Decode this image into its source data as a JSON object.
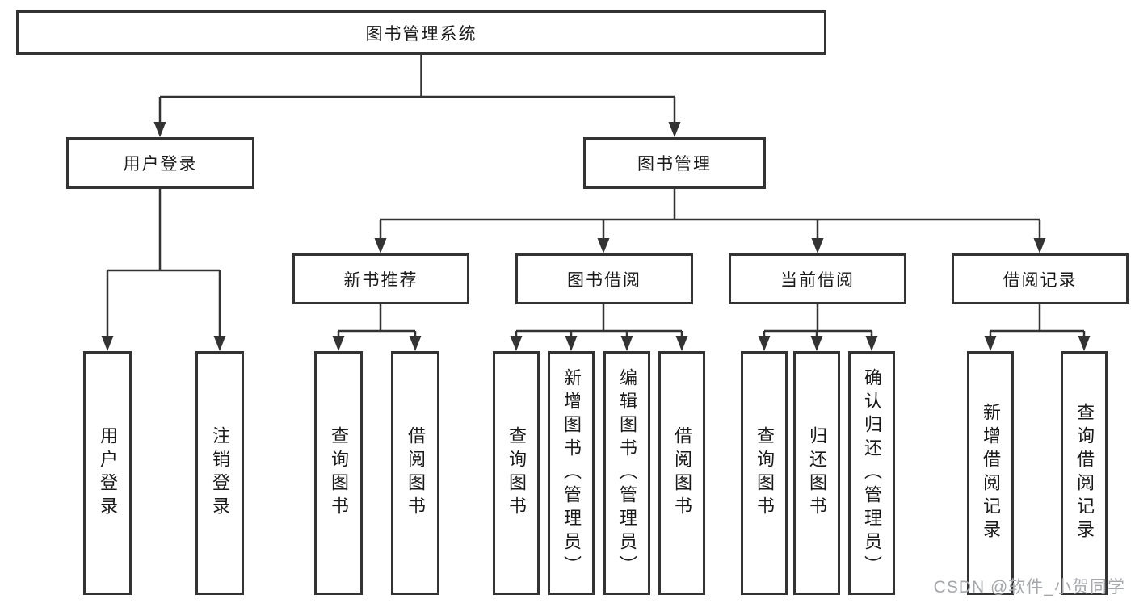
{
  "diagram": {
    "root": {
      "label": "图书管理系统"
    },
    "level2": [
      {
        "label": "用户登录"
      },
      {
        "label": "图书管理"
      }
    ],
    "level3": [
      {
        "label": "新书推荐"
      },
      {
        "label": "图书借阅"
      },
      {
        "label": "当前借阅"
      },
      {
        "label": "借阅记录"
      }
    ],
    "leaves": {
      "user_login": [
        {
          "label": "用户登录"
        },
        {
          "label": "注销登录"
        }
      ],
      "new_books": [
        {
          "label": "查询图书"
        },
        {
          "label": "借阅图书"
        }
      ],
      "book_borrow": [
        {
          "label": "查询图书"
        },
        {
          "label": "新增图书（管理员）"
        },
        {
          "label": "编辑图书（管理员）"
        },
        {
          "label": "借阅图书"
        }
      ],
      "current_borrow": [
        {
          "label": "查询图书"
        },
        {
          "label": "归还图书"
        },
        {
          "label": "确认归还（管理员）"
        }
      ],
      "borrow_records": [
        {
          "label": "新增借阅记录"
        },
        {
          "label": "查询借阅记录"
        }
      ]
    },
    "watermark": "CSDN @软件_小贺同学",
    "colors": {
      "line": "#333333",
      "text": "#1a1a1a",
      "watermark": "#a4a7ac",
      "background": "#ffffff"
    }
  }
}
